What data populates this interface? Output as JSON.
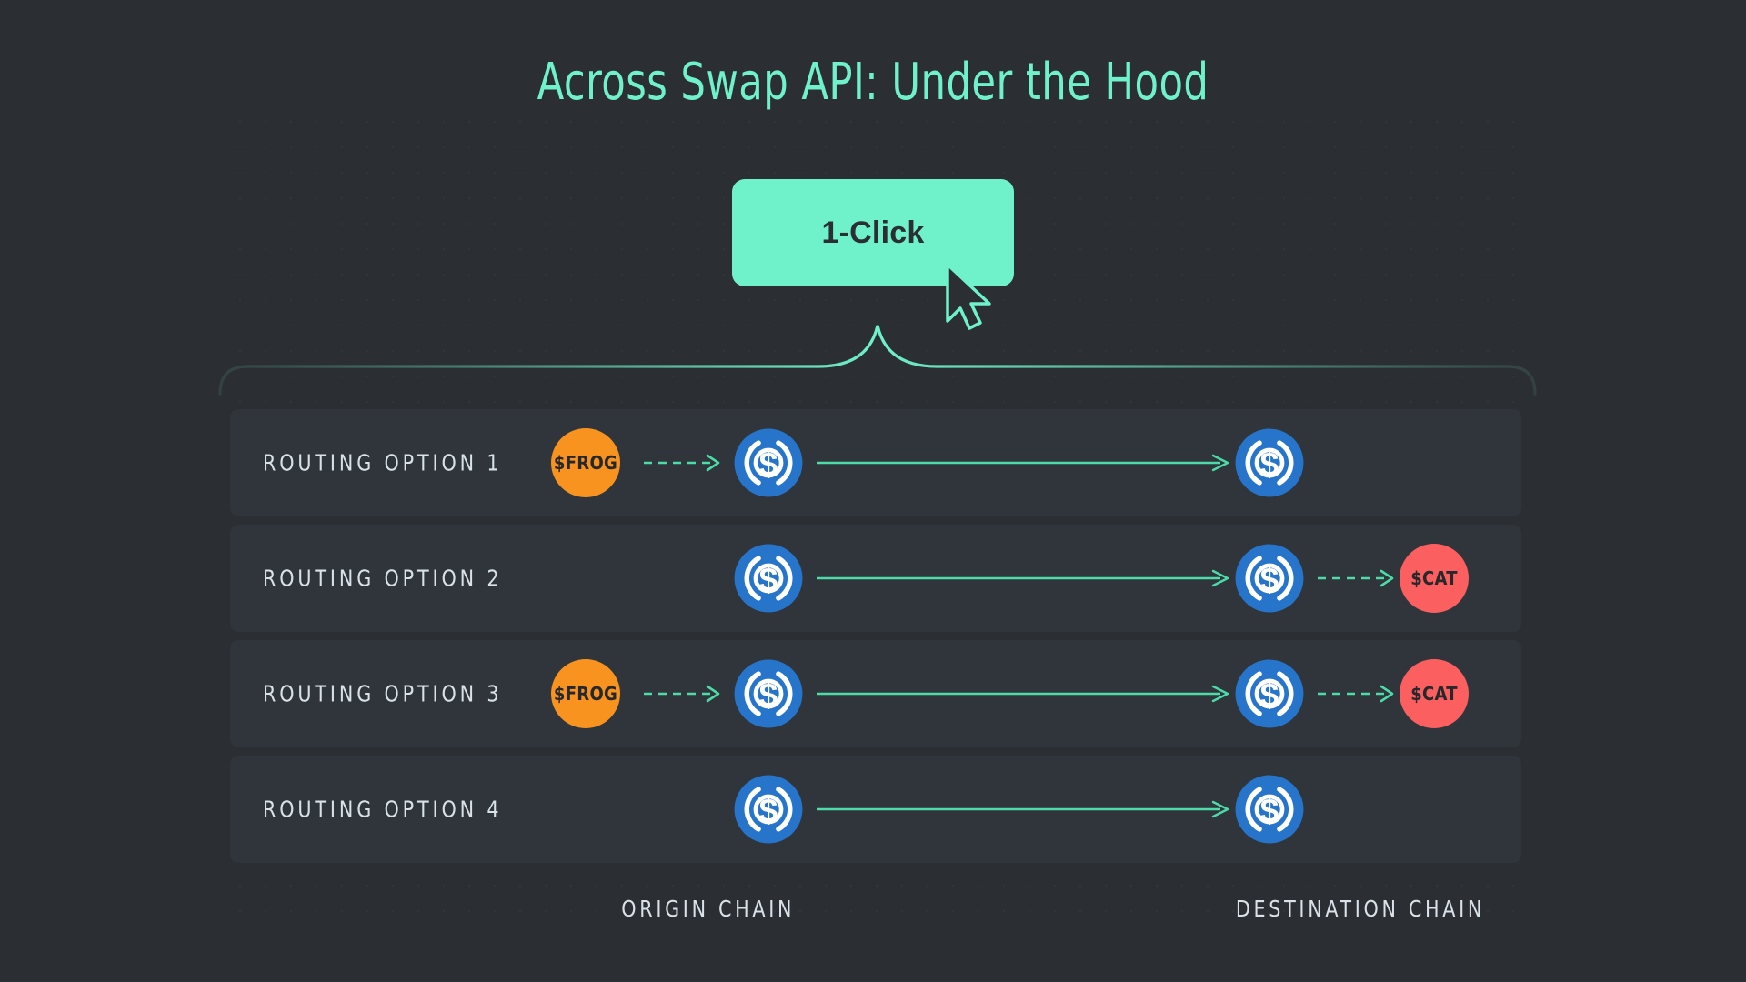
{
  "page": {
    "title": "Across Swap API: Under the Hood",
    "background_color": "#2b2e33",
    "accent_color": "#6ff2c9"
  },
  "cta": {
    "label": "1-Click",
    "background_color": "#6ff2c9",
    "text_color": "#2b2e33",
    "cursor_icon": "mouse-pointer-icon"
  },
  "diagram": {
    "origin_label": "ORIGIN CHAIN",
    "destination_label": "DESTINATION CHAIN",
    "row_background": "#2f353a",
    "tokens": {
      "frog": {
        "symbol": "$FROG",
        "color": "#f7931e"
      },
      "cat": {
        "symbol": "$CAT",
        "color": "#fc5f5f"
      },
      "usdc": {
        "symbol": "USDC",
        "color": "#2775ca"
      }
    },
    "rows": [
      {
        "label": "ROUTING OPTION 1",
        "origin_token": "$FROG",
        "origin_swap": true,
        "destination_swap": false,
        "bridge": true
      },
      {
        "label": "ROUTING OPTION 2",
        "origin_token": null,
        "origin_swap": false,
        "destination_swap": true,
        "destination_token": "$CAT",
        "bridge": true
      },
      {
        "label": "ROUTING OPTION 3",
        "origin_token": "$FROG",
        "origin_swap": true,
        "destination_swap": true,
        "destination_token": "$CAT",
        "bridge": true
      },
      {
        "label": "ROUTING OPTION 4",
        "origin_token": null,
        "origin_swap": false,
        "destination_swap": false,
        "bridge": true
      }
    ]
  }
}
